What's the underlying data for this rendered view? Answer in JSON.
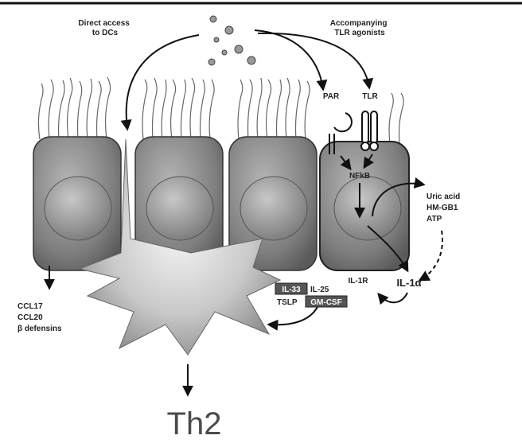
{
  "labels": {
    "direct_access": [
      "Direct access",
      "to DCs"
    ],
    "tlr_agonists": [
      "Accompanying",
      "TLR agonists"
    ],
    "par": "PAR",
    "tlr": "TLR",
    "nfkb": "NFkB",
    "danger_signals": [
      "Uric acid",
      "HM-GB1",
      "ATP"
    ],
    "il1r": "IL-1R",
    "il1a": "IL-1α",
    "chemokines": [
      "CCL17",
      "CCL20",
      "β defensins"
    ],
    "il33": "IL-33",
    "il25": "IL-25",
    "tslp": "TSLP",
    "gmcsf": "GM-CSF",
    "th2": "Th2"
  },
  "colors": {
    "cell_fill": "#8a8a8a",
    "nucleus_fill": "#a6a6a6",
    "dc_fill": "#d9d9d9",
    "boxed_label_bg": "#555555",
    "text": "#222222",
    "th2_text": "#4a4a4a"
  }
}
